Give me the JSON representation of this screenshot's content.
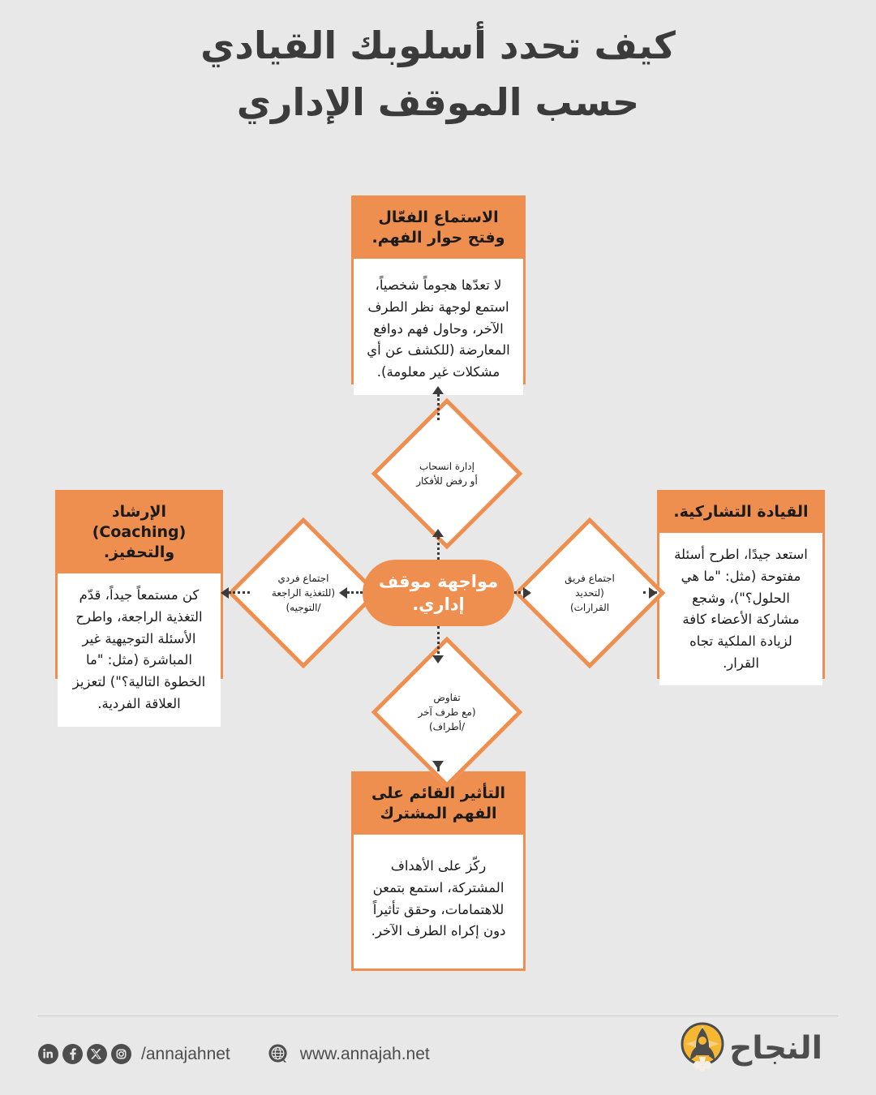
{
  "title": {
    "line1": "كيف تحدد أسلوبك القيادي",
    "line2": "حسب الموقف الإداري"
  },
  "center": {
    "label": "مواجهة موقف إداري."
  },
  "colors": {
    "accent": "#ee8f4f",
    "background": "#e8e8e8",
    "text": "#1a1a1a",
    "title": "#3b3b3b",
    "footer": "#4d4d4d",
    "logo_circle": "#f5a623"
  },
  "branches": {
    "top": {
      "diamond": "إدارة انسحاب\nأو رفض للأفكار",
      "card_title": "الاستماع الفعّال وفتح حوار الفهم.",
      "card_body": "لا تعدّها هجوماً شخصياً، استمع لوجهة نظر الطرف الآخر، وحاول فهم دوافع المعارضة (للكشف عن أي مشكلات غير معلومة)."
    },
    "left": {
      "diamond": "اجتماع فردي\n(للتغذية الراجعة\n/التوجيه)",
      "card_title": "الإرشاد (Coaching) والتحفيز.",
      "card_body": "كن مستمعاً جيداً، قدّم التغذية الراجعة، واطرح الأسئلة التوجيهية غير المباشرة (مثل: \"ما الخطوة التالية؟\") لتعزيز العلاقة الفردية."
    },
    "right": {
      "diamond": "اجتماع فريق\n(لتحديد\nالقرارات)",
      "card_title": "القيادة التشاركية.",
      "card_body": "استعد جيدًا، اطرح أسئلة مفتوحة (مثل: \"ما هي الحلول؟\")، وشجع مشاركة الأعضاء كافة لزيادة الملكية تجاه القرار."
    },
    "bottom": {
      "diamond": "تفاوض\n(مع طرف آخر\n/أطراف)",
      "card_title": "التأثير القائم على الفهم المشترك",
      "card_body": "ركّز على الأهداف المشتركة، استمع بتمعن للاهتمامات، وحقق تأثيراً دون إكراه الطرف الآخر."
    }
  },
  "footer": {
    "handle": "/annajahnet",
    "website": "www.annajah.net",
    "social": [
      "linkedin-icon",
      "facebook-icon",
      "x-icon",
      "instagram-icon"
    ],
    "globe": "globe-search-icon"
  },
  "logo": {
    "text": "النجاح",
    "emblem": "rocket-icon"
  }
}
